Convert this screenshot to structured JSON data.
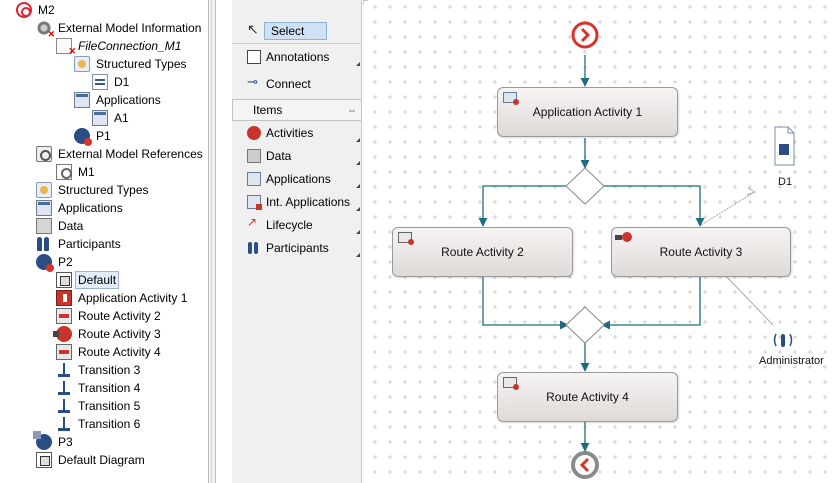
{
  "tree": {
    "items": [
      {
        "label": "M2"
      },
      {
        "label": "External Model Information"
      },
      {
        "label": "FileConnection_M1"
      },
      {
        "label": "Structured Types"
      },
      {
        "label": "D1"
      },
      {
        "label": "Applications"
      },
      {
        "label": "A1"
      },
      {
        "label": "P1"
      },
      {
        "label": "External Model References"
      },
      {
        "label": "M1"
      },
      {
        "label": "Structured Types"
      },
      {
        "label": "Applications"
      },
      {
        "label": "Data"
      },
      {
        "label": "Participants"
      },
      {
        "label": "P2"
      },
      {
        "label": "Default"
      },
      {
        "label": "Application Activity 1"
      },
      {
        "label": "Route Activity 2"
      },
      {
        "label": "Route Activity 3"
      },
      {
        "label": "Route Activity 4"
      },
      {
        "label": "Transition 3"
      },
      {
        "label": "Transition 4"
      },
      {
        "label": "Transition 5"
      },
      {
        "label": "Transition 6"
      },
      {
        "label": "P3"
      },
      {
        "label": "Default Diagram"
      }
    ]
  },
  "palette": {
    "select": "Select",
    "annotations": "Annotations",
    "connect": "Connect",
    "items_header": "Items",
    "activities": "Activities",
    "data": "Data",
    "applications": "Applications",
    "int_applications": "Int. Applications",
    "lifecycle": "Lifecycle",
    "participants": "Participants"
  },
  "diagram": {
    "nodes": {
      "app_activity_1": "Application Activity 1",
      "route_activity_2": "Route Activity 2",
      "route_activity_3": "Route Activity 3",
      "route_activity_4": "Route Activity 4"
    },
    "data_object": "D1",
    "participant": "Administrator"
  },
  "colors": {
    "connector": "#1f6b80",
    "start_end": "#d8342c",
    "association": "#a8a8a8"
  }
}
